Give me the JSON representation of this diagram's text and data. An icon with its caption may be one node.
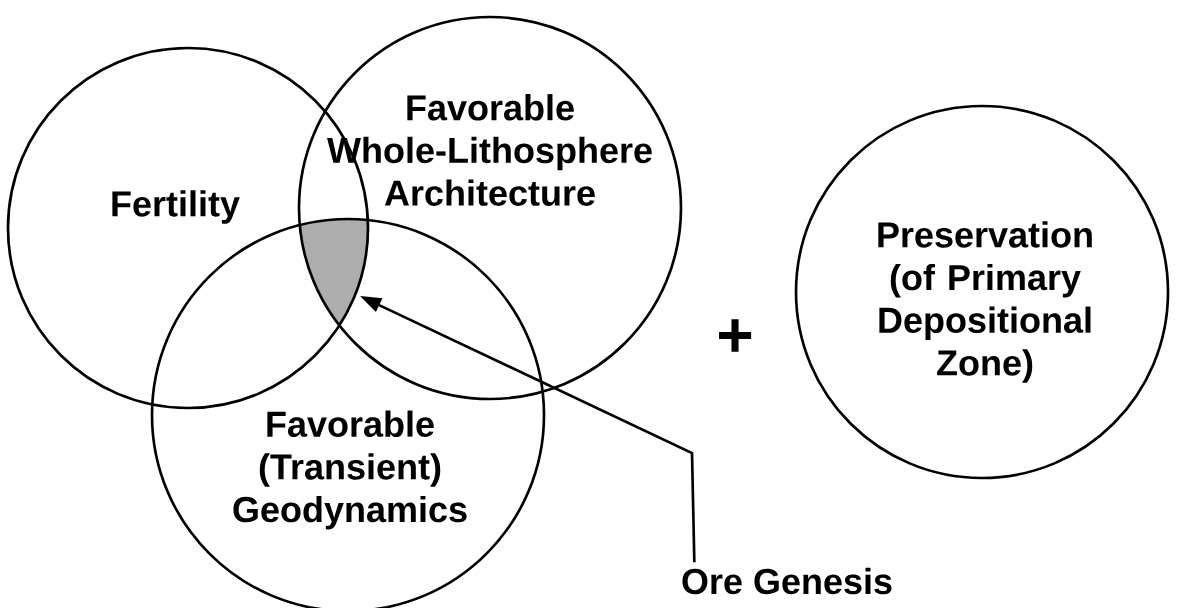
{
  "diagram": {
    "nodes": [
      {
        "text": [
          "Fertility"
        ]
      },
      {
        "text": [
          "Favorable Whole-Lithosphere Architecture"
        ]
      },
      {
        "text": [
          "Favorable (Transient) Geodynamics"
        ]
      },
      {
        "text": [
          "Preservation (of Primary Depositional Zone)"
        ]
      },
      {
        "text": [],
        "shape": "triangle"
      },
      {
        "text": [
          "Ore Genesis"
        ]
      }
    ],
    "edges": [
      {
        "from": 5,
        "to": 4,
        "arrow": "to"
      }
    ],
    "labels": [
      "+"
    ]
  }
}
